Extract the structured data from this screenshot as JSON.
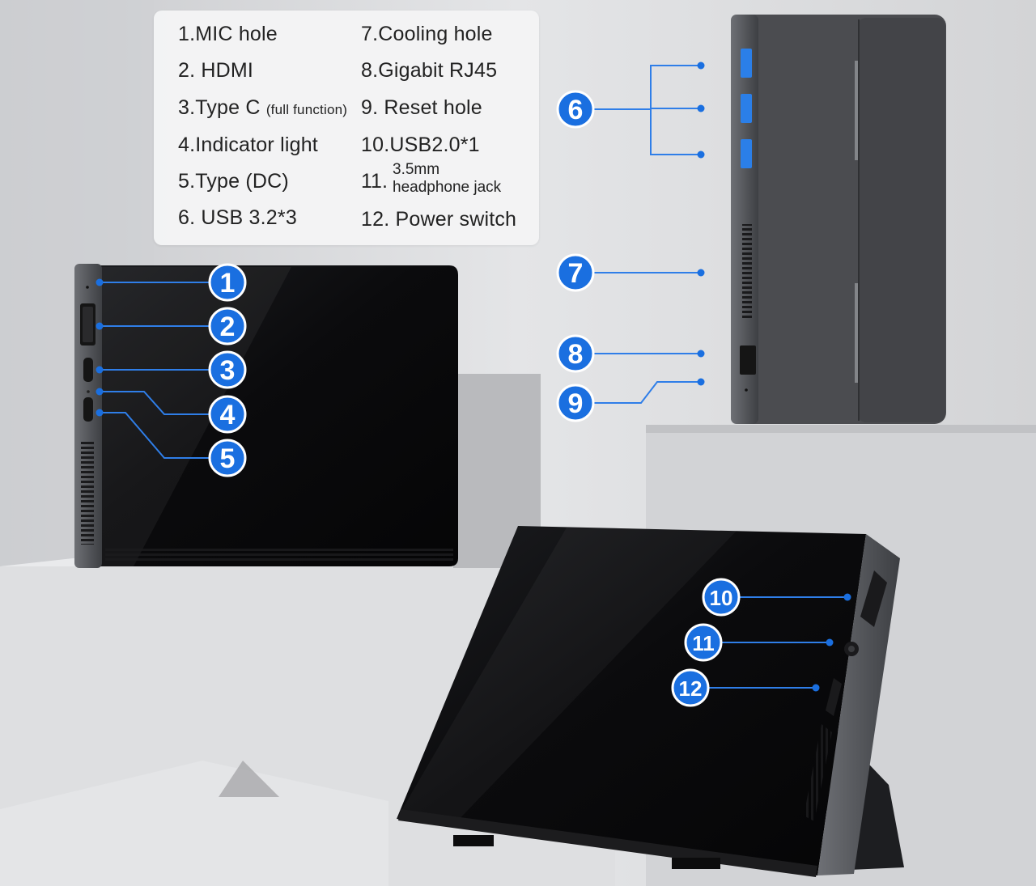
{
  "legend": {
    "item1": "1.MIC hole",
    "item2": "2. HDMI",
    "item3_main": "3.Type C",
    "item3_sub": "(full function)",
    "item4": "4.Indicator light",
    "item5": "5.Type (DC)",
    "item6": "6. USB 3.2*3",
    "item7": "7.Cooling hole",
    "item8": "8.Gigabit RJ45",
    "item9": "9. Reset hole",
    "item10": "10.USB2.0*1",
    "item11_num": "11.",
    "item11_line1": "3.5mm",
    "item11_line2": "headphone jack",
    "item12": "12. Power switch"
  },
  "callouts": [
    "1",
    "2",
    "3",
    "4",
    "5",
    "6",
    "7",
    "8",
    "9",
    "10",
    "11",
    "12"
  ],
  "colors": {
    "callout_blue": "#1a6fe0",
    "leader_line": "#2f7ee8",
    "device_black": "#0b0b0d",
    "device_gray": "#5d5f64",
    "background": "#d9dadc"
  }
}
